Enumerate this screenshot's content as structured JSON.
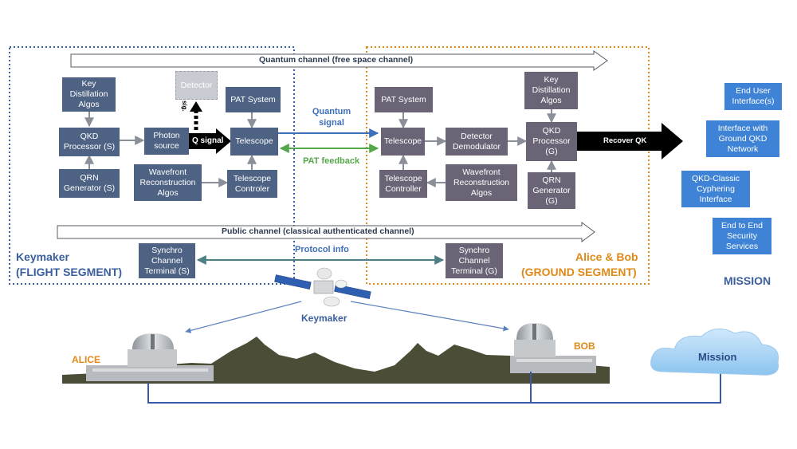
{
  "channels": {
    "quantum": "Quantum channel (free space channel)",
    "public": "Public channel (classical authenticated channel)"
  },
  "flight": {
    "key_distillation": "Key Distillation Algos",
    "detector": "Detector",
    "pat_system": "PAT System",
    "qkd_processor": "QKD Processor (S)",
    "photon_source": "Photon source",
    "telescope": "Telescope",
    "qrn_generator": "QRN Generator (S)",
    "wavefront": "Wavefront Reconstruction Algos",
    "telescope_controller": "Telescope Controler",
    "synchro": "Synchro Channel Terminal (S)",
    "q_signal": "Q signal",
    "sig": "sig.",
    "segment_name": "Keymaker",
    "segment_sub": "(FLIGHT SEGMENT)"
  },
  "ground": {
    "pat_system": "PAT System",
    "key_distillation": "Key Distillation Algos",
    "telescope": "Telescope",
    "detector_demodulator": "Detector Demodulator",
    "qkd_processor": "QKD Processor (G)",
    "telescope_controller": "Telescope Controller",
    "wavefront": "Wavefront Reconstruction Algos",
    "qrn_generator": "QRN Generator (G)",
    "synchro": "Synchro Channel Terminal (G)",
    "recover_qk": "Recover QK",
    "segment_name": "Alice & Bob",
    "segment_sub": "(GROUND SEGMENT)"
  },
  "links": {
    "quantum_signal": "Quantum signal",
    "pat_feedback": "PAT feedback",
    "protocol_info": "Protocol info"
  },
  "mission": {
    "items": [
      "End User Interface(s)",
      "Interface with Ground QKD Network",
      "QKD-Classic Cyphering Interface",
      "End to End Security Services"
    ],
    "title": "MISSION"
  },
  "scene": {
    "satellite_label": "Keymaker",
    "alice": "ALICE",
    "bob": "BOB",
    "cloud": "Mission"
  },
  "colors": {
    "flight_box": "#4e6284",
    "ground_box": "#6b6376",
    "mission_box": "#3f83d6",
    "flight_border": "#3b5f9e",
    "ground_border": "#e08a1a",
    "quantum_link": "#3d6fba",
    "pat_link": "#55a84a",
    "protocol_link": "#4e7f86",
    "segment_orange": "#e08a1a"
  }
}
